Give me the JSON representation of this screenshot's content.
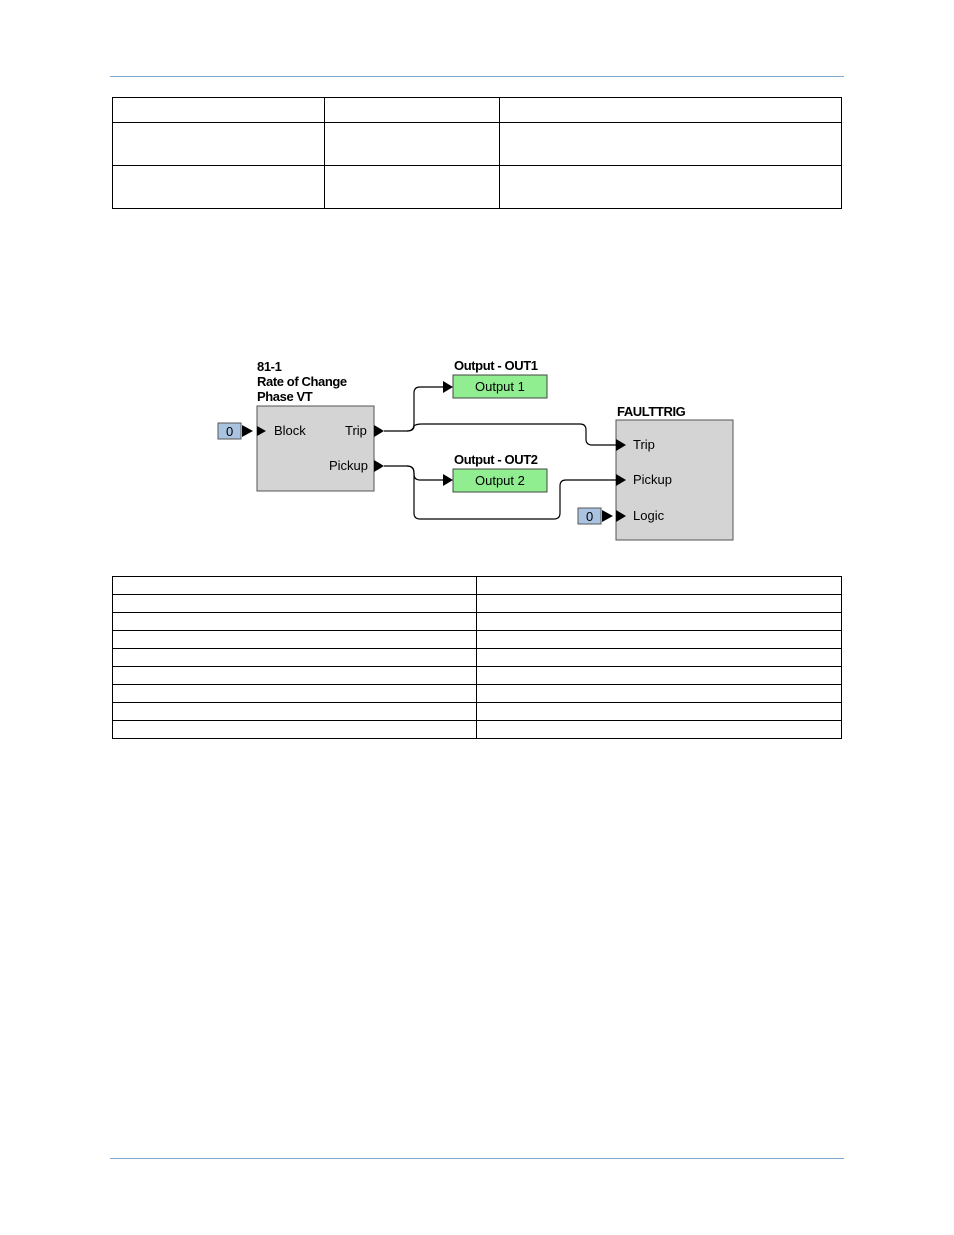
{
  "diagram": {
    "roc_block": {
      "title_line1": "81-1",
      "title_line2": "Rate of Change",
      "title_line3": "Phase VT",
      "input_block": "Block",
      "output_trip": "Trip",
      "output_pickup": "Pickup",
      "block_const": "0"
    },
    "out1": {
      "title": "Output - OUT1",
      "label": "Output 1"
    },
    "out2": {
      "title": "Output - OUT2",
      "label": "Output 2"
    },
    "faulttrig": {
      "title": "FAULTTRIG",
      "input_trip": "Trip",
      "input_pickup": "Pickup",
      "input_logic": "Logic",
      "logic_const": "0"
    },
    "colors": {
      "block_fill": "#d4d4d4",
      "output_fill": "#90ee90",
      "const_fill": "#a9c3e0"
    }
  }
}
